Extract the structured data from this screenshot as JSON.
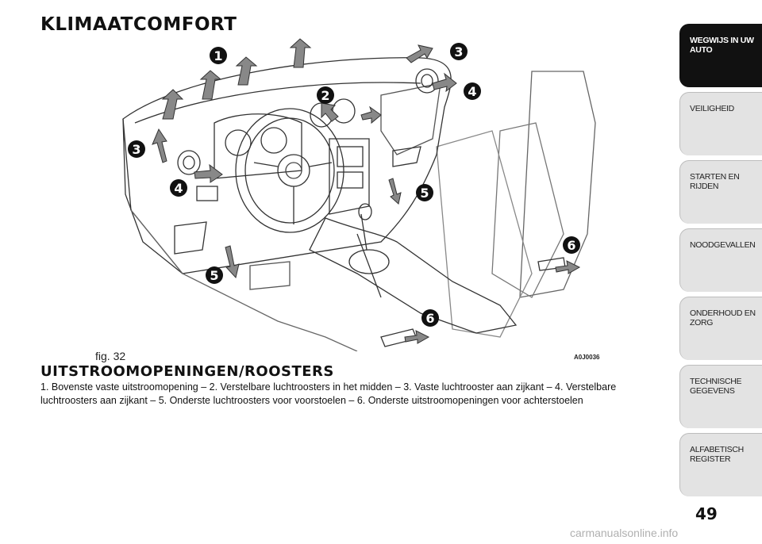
{
  "page": {
    "title": "KLIMAATCOMFORT",
    "page_number": "49",
    "watermark": "carmanualsonline.info"
  },
  "figure": {
    "caption": "fig. 32",
    "code": "A0J0036",
    "callouts": [
      "1",
      "2",
      "3",
      "3",
      "4",
      "4",
      "5",
      "5",
      "6",
      "6"
    ]
  },
  "section": {
    "title": "UITSTROOMOPENINGEN/ROOSTERS",
    "body": "1. Bovenste vaste uitstroomopening – 2. Verstelbare luchtroosters in het midden – 3. Vaste luchtrooster aan zijkant – 4. Verstelbare luchtroosters aan zijkant – 5. Onderste luchtroosters voor voorstoelen – 6. Onderste uitstroomopeningen voor achterstoelen"
  },
  "tabs": [
    {
      "label": "WEGWIJS IN UW AUTO",
      "active": true
    },
    {
      "label": "VEILIGHEID",
      "active": false
    },
    {
      "label": "STARTEN EN RIJDEN",
      "active": false
    },
    {
      "label": "NOODGEVALLEN",
      "active": false
    },
    {
      "label": "ONDERHOUD EN ZORG",
      "active": false
    },
    {
      "label": "TECHNISCHE GEGEVENS",
      "active": false
    },
    {
      "label": "ALFABETISCH REGISTER",
      "active": false
    }
  ]
}
